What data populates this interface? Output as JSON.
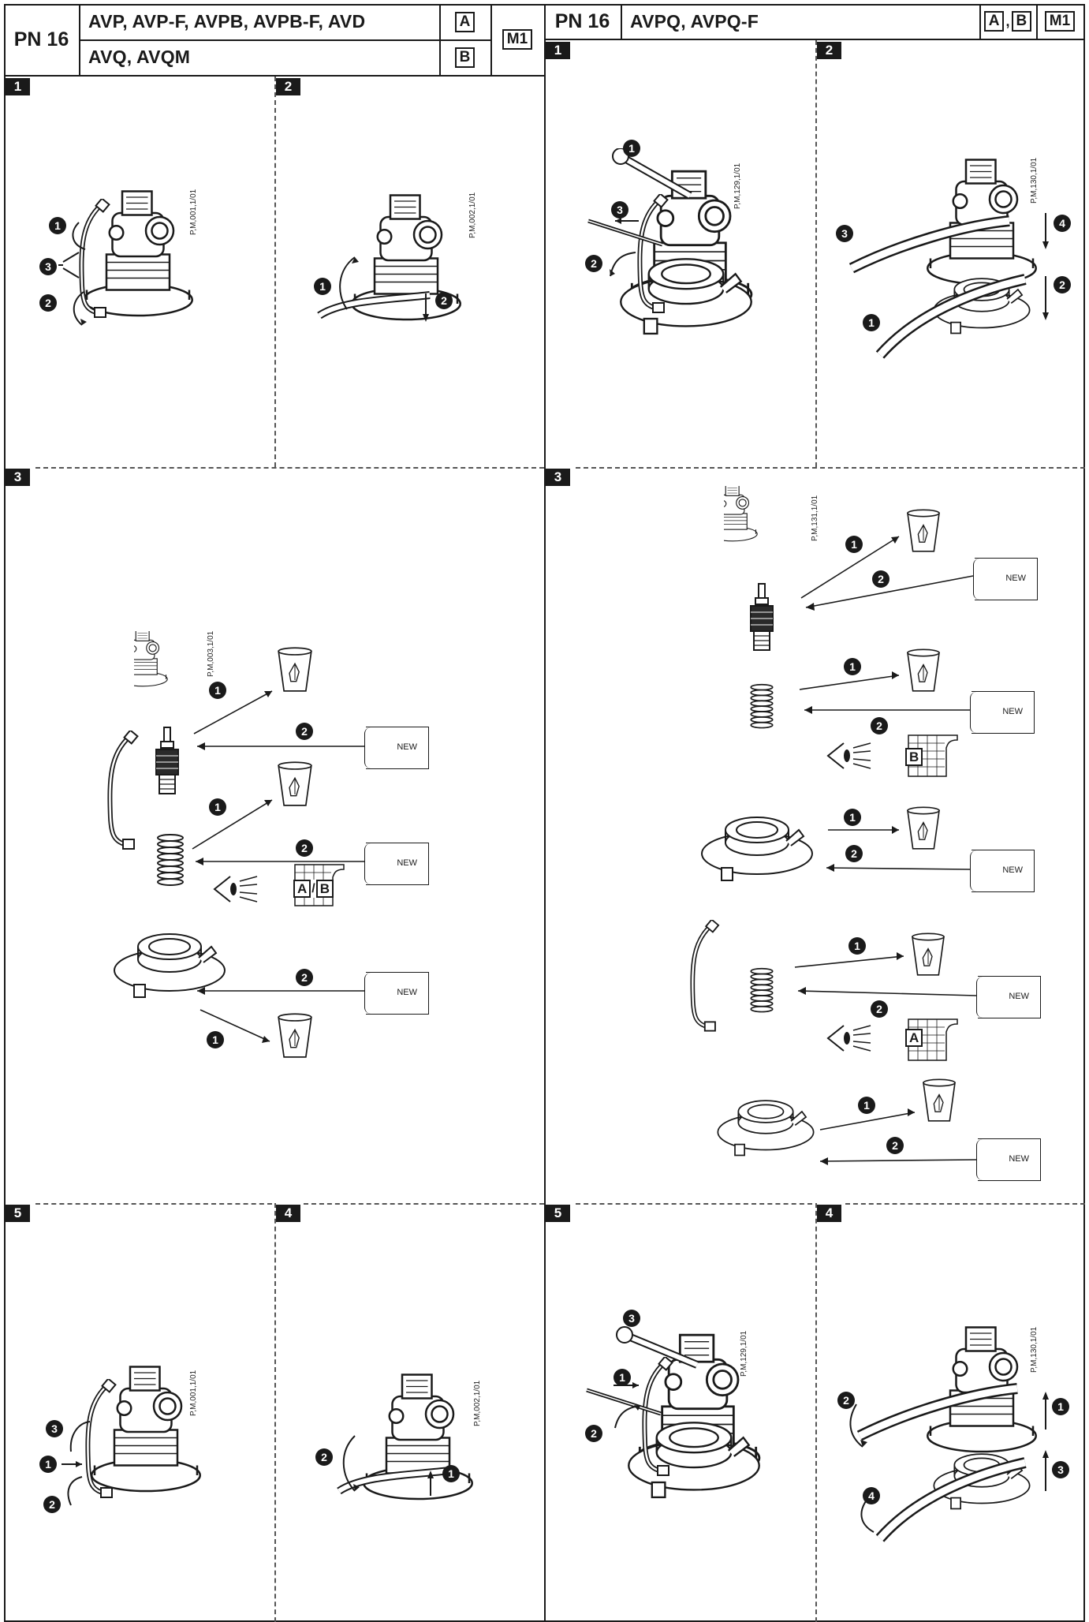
{
  "left_header": {
    "pn": "PN 16",
    "row1_models": "AVP, AVP-F, AVPB, AVPB-F, AVD",
    "row1_code": "A",
    "row2_models": "AVQ, AVQM",
    "row2_code": "B",
    "mode": "M1"
  },
  "right_header": {
    "pn": "PN 16",
    "models": "AVPQ, AVPQ-F",
    "code_a": "A",
    "separator": ",",
    "code_b": "B",
    "mode": "M1"
  },
  "left": {
    "steps": {
      "s1": "1",
      "s2": "2",
      "s3": "3",
      "s4": "4",
      "s5": "5"
    },
    "codes": {
      "c1": "P,M,001,1/01",
      "c2": "P,M,002,1/01",
      "c3": "P,M,003,1/01",
      "c5": "P,M,001,1/01",
      "c4": "P,M,002,1/01"
    },
    "new_label": "NEW",
    "ref_a": "A",
    "ref_sep": "/",
    "ref_b": "B"
  },
  "right": {
    "steps": {
      "s1": "1",
      "s2": "2",
      "s3": "3",
      "s4": "4",
      "s5": "5"
    },
    "codes": {
      "c1": "P,M,129,1/01",
      "c2": "P,M,130,1/01",
      "c3": "P,M,131,1/01",
      "c5": "P,M,129,1/01",
      "c4": "P,M,130,1/01"
    },
    "new_label": "NEW",
    "ref_b": "B",
    "ref_a": "A"
  },
  "callouts": {
    "n1": "1",
    "n2": "2",
    "n3": "3",
    "n4": "4"
  }
}
